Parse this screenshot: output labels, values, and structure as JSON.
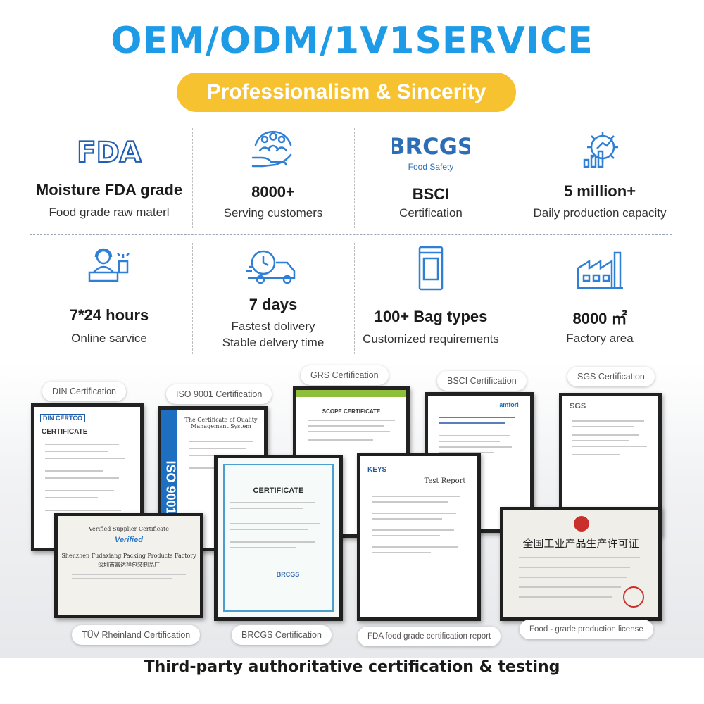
{
  "header": {
    "title": "OEM/ODM/1V1SERVICE",
    "subtitle": "Professionalism & Sincerity"
  },
  "colors": {
    "primary_blue": "#1e9be6",
    "accent_yellow": "#f7c230",
    "icon_blue": "#2f7fd6"
  },
  "features": [
    {
      "icon": "fda-logo",
      "logo_text": "FDA",
      "title": "Moisture FDA grade",
      "desc": [
        "Food grade raw materl"
      ]
    },
    {
      "icon": "customers-hand-icon",
      "title": "8000+",
      "desc": [
        "Serving customers"
      ]
    },
    {
      "icon": "brcgs-logo",
      "logo_text": "BRCGS",
      "logo_sub": "Food Safety",
      "title": "BSCI",
      "desc": [
        "Certification"
      ]
    },
    {
      "icon": "production-gear-icon",
      "title": "5 million+",
      "desc": [
        "Daily production capacity"
      ]
    },
    {
      "icon": "online-support-icon",
      "title": "7*24 hours",
      "desc": [
        "Online sarvice"
      ]
    },
    {
      "icon": "delivery-truck-icon",
      "title": "7 days",
      "desc": [
        "Fastest dolivery",
        "Stable delvery time"
      ]
    },
    {
      "icon": "bag-icon",
      "title": "100+ Bag types",
      "desc": [
        "Customized requirements"
      ]
    },
    {
      "icon": "factory-icon",
      "title": "8000 ㎡",
      "desc": [
        "Factory area"
      ]
    }
  ],
  "certificates": {
    "labels": {
      "din": "DIN Certification",
      "iso": "ISO 9001 Certification",
      "grs": "GRS Certification",
      "bsci": "BSCI Certification",
      "sgs": "SGS Certification",
      "tuv": "TÜV Rheinland Certification",
      "brcgs": "BRCGS Certification",
      "fda": "FDA food grade certification report",
      "license": "Food - grade production license"
    },
    "doc_text": {
      "din_logo": "DIN CERTCO",
      "din_title": "CERTIFICATE",
      "iso_title": "The Certificate of Quality Management System",
      "iso_side": "ISO 9001",
      "grs_title": "SCOPE CERTIFICATE",
      "bsci_brand": "amfori",
      "sgs_logo": "SGS",
      "tuv_title": "Verified Supplier Certificate",
      "tuv_brand": "Verified",
      "tuv_company": "Shenzhen Fudaxiang Packing Products Factory",
      "tuv_cn": "深圳市富达祥包装制品厂",
      "brcgs_title": "CERTIFICATE",
      "brcgs_logo": "BRCGS",
      "fda_logo": "KEYS",
      "fda_title": "Test Report",
      "license_title": "全国工业产品生产许可证"
    }
  },
  "footer": {
    "caption": "Third-party authoritative certification & testing"
  }
}
